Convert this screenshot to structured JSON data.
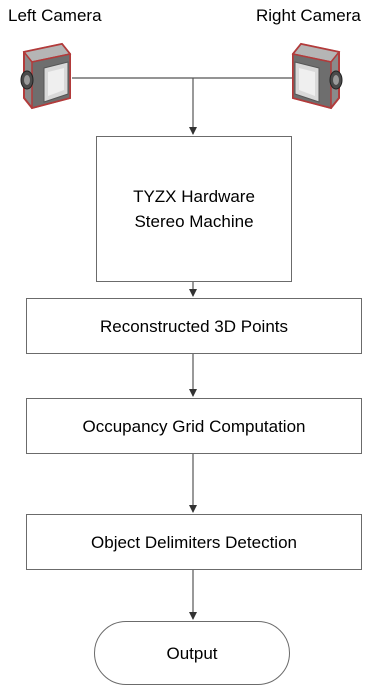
{
  "cameras": {
    "left_label": "Left Camera",
    "right_label": "Right Camera"
  },
  "stages": {
    "stereo_line1": "TYZX Hardware",
    "stereo_line2": "Stereo Machine",
    "points": "Reconstructed 3D Points",
    "grid": "Occupancy Grid Computation",
    "detection": "Object Delimiters Detection",
    "output": "Output"
  },
  "colors": {
    "box_border": "#6b6b6b",
    "line": "#555555",
    "camera_body": "#8a8a8a",
    "camera_outline": "#b23b3b"
  }
}
